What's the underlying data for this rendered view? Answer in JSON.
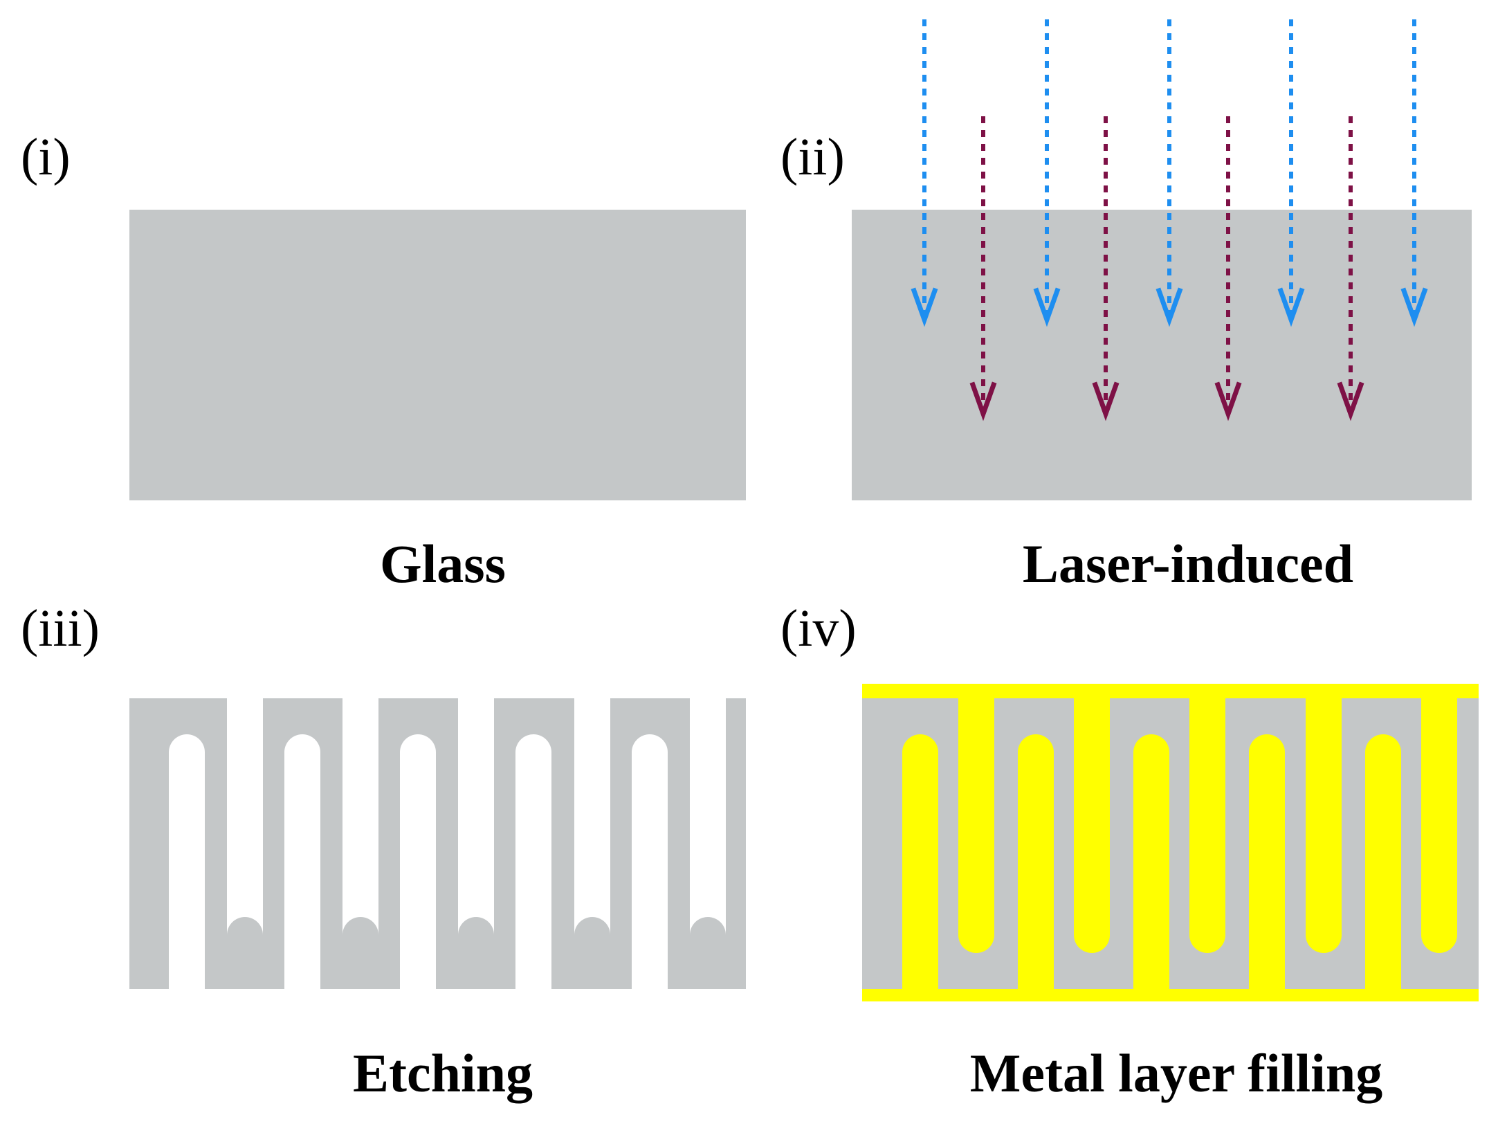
{
  "panels": [
    {
      "label": "(i)",
      "caption": "Glass"
    },
    {
      "label": "(ii)",
      "caption": "Laser-induced"
    },
    {
      "label": "(iii)",
      "caption": "Etching"
    },
    {
      "label": "(iv)",
      "caption": "Metal layer filling"
    }
  ],
  "colors": {
    "glass": "#c4c7c8",
    "metal": "#ffff00",
    "laser_short": "#1e8ef0",
    "laser_long": "#7e1146",
    "background": "#ffffff",
    "text": "#000000"
  },
  "icons": {
    "laser_short": "dotted-down-arrow-icon",
    "laser_long": "dotted-down-arrow-icon"
  }
}
